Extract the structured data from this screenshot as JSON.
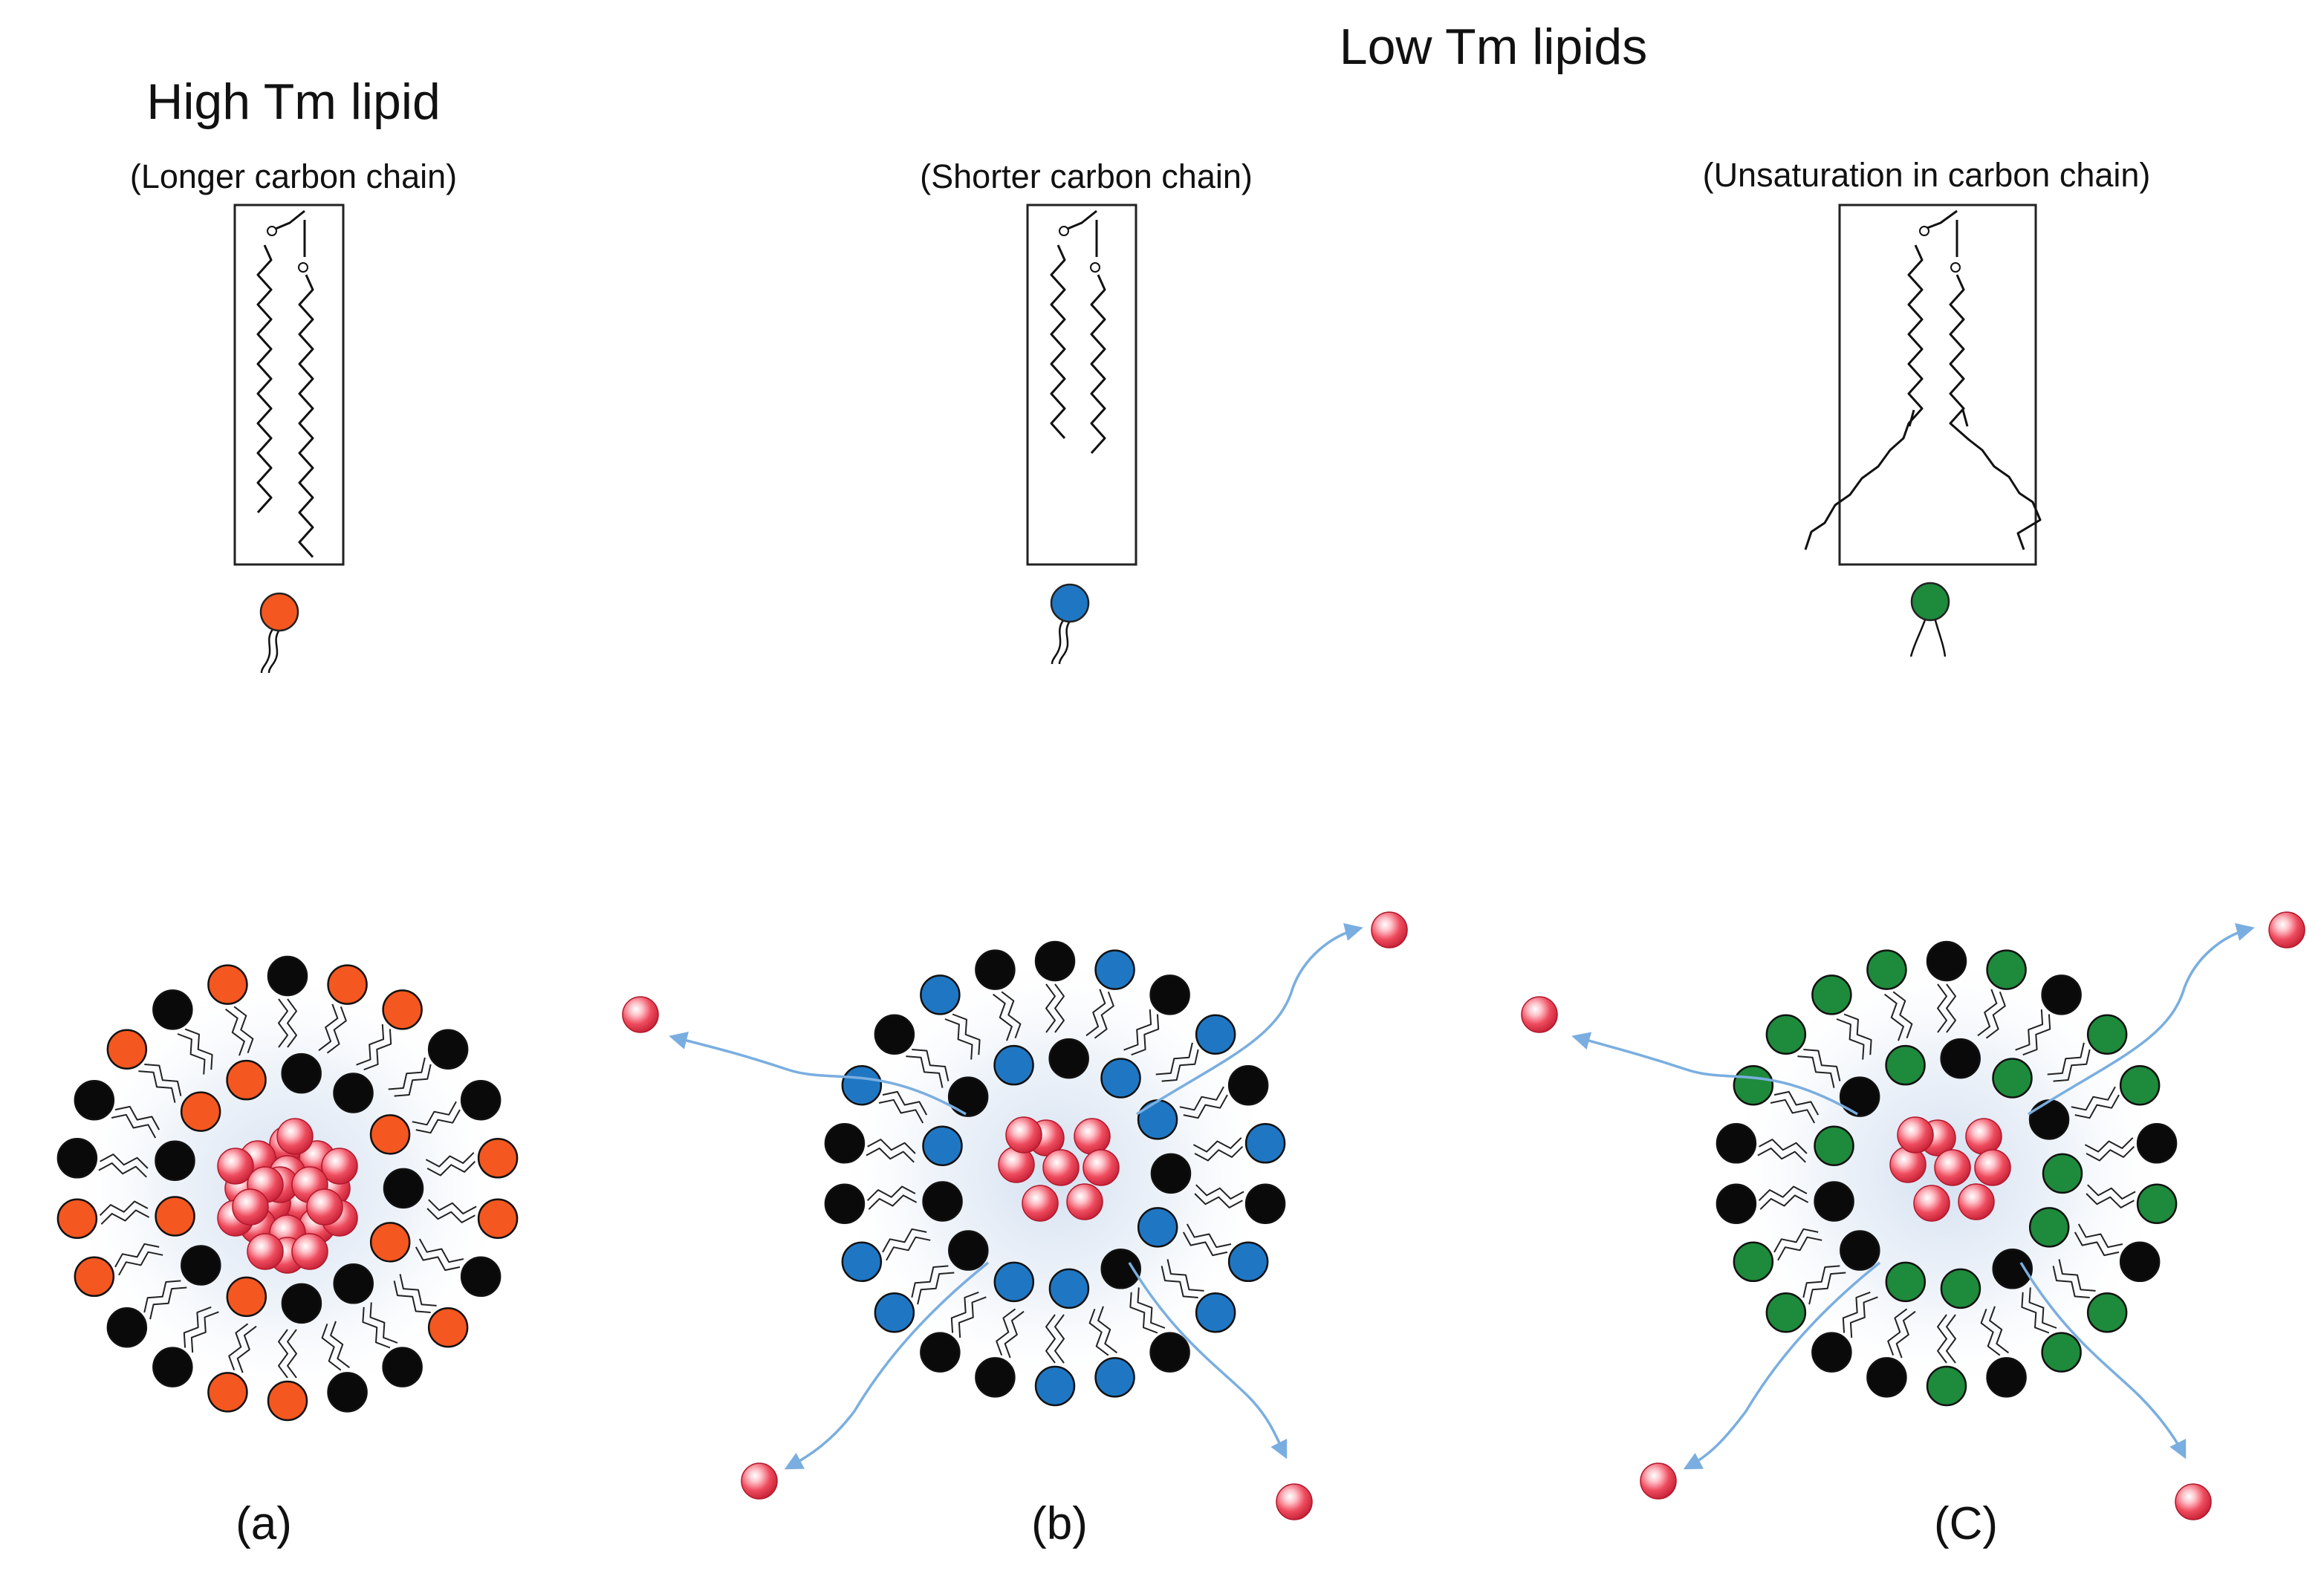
{
  "headings": {
    "high_tm": "High Tm lipid",
    "low_tm": "Low Tm lipids"
  },
  "subheadings": {
    "longer": "(Longer carbon chain)",
    "shorter": "(Shorter carbon chain)",
    "unsaturated": "(Unsaturation in carbon chain)"
  },
  "panel_labels": {
    "a": "(a)",
    "b": "(b)",
    "c": "(C)"
  },
  "colors": {
    "high_tm_lipid": "#f4571f",
    "short_chain_lipid": "#1f77c4",
    "unsaturated_lipid": "#1e8a3c",
    "core_lipid": "#0a0a0a",
    "drug_particle": "#e8404f",
    "release_arrow": "#7aaee0"
  }
}
